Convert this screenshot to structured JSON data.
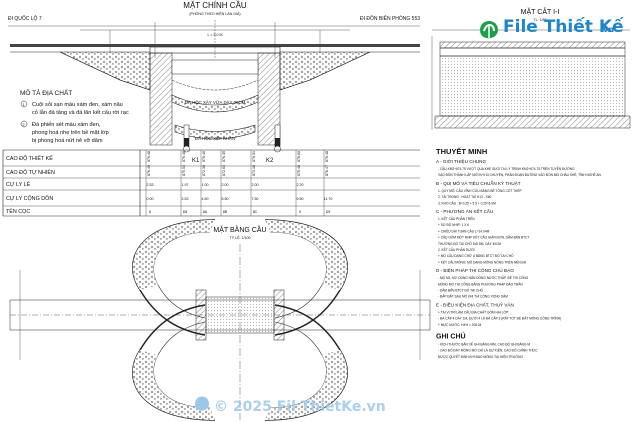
{
  "elevation": {
    "title": "MẶT CHÍNH CẦU",
    "subtitle": "(PHÓNG THEO HIỆN LÀN GIÁ)",
    "left_road": "ĐI QUỐC LỘ 7",
    "right_road": "ĐI ĐỒN BIÊN PHÒNG 553",
    "span_label": "L = 5.0 M",
    "geology_title": "MÔ TẢ ĐỊA CHẤT",
    "geology": [
      {
        "num": "1",
        "lines": [
          "Cuội sỏi sạn màu xám đen, xám nâu",
          "cỏ lẫn đá tảng và đá lăn kết cấu rời rạc"
        ]
      },
      {
        "num": "2",
        "lines": [
          "Đá phiến sét màu xám đen,",
          "phong hoá nhẹ trên bề mặt lớp",
          "bị phong hoá nứt nẻ vỡ dăm"
        ]
      }
    ],
    "label_upper": "ĐÁ HỘC XÂY VỮA DÀY 25CM",
    "label_lower": "ĐÁ HỘC XẾP KHAN",
    "stations": [
      "K1",
      "K2"
    ]
  },
  "table": {
    "rows": [
      {
        "label": "CAO ĐỘ THIẾT KẾ",
        "cells": [
          "876.48",
          "876.48",
          "876.46",
          "876.35",
          "876.51",
          "876.60",
          "876.48"
        ]
      },
      {
        "label": "CAO ĐỘ TỰ NHIÊN",
        "cells": [
          "876.49",
          "875.53",
          "872.30",
          "872.63",
          "873.18",
          "875.40",
          "876.47"
        ]
      },
      {
        "label": "CỰ LY LẺ",
        "cells": [
          "2.53",
          "1.97",
          "1.00",
          "2.00",
          "2.00",
          "2.20"
        ]
      },
      {
        "label": "CỰ LY CỘNG DỒN",
        "cells": [
          "0.00",
          "2.53",
          "4.50",
          "5.50",
          "7.50",
          "9.50",
          "11.70"
        ]
      },
      {
        "label": "TÊN CỌC",
        "cells": [
          "8",
          "D8",
          "8A",
          "8B",
          "8C",
          "9",
          "D9"
        ]
      }
    ]
  },
  "plan": {
    "title": "MẶT BẰNG CẦU",
    "scale": "TỶ LỆ: 1/100"
  },
  "section": {
    "title": "MẶT CẮT I-I",
    "scale": "TL: 1/50"
  },
  "notes": {
    "title": "THUYẾT MINH",
    "sections": [
      {
        "heading": "A - GIỚI THIỆU CHUNG",
        "lines": [
          "- CẦU KM2+674.75 VƯỢT QUA KHE SUỐI TẠI LÝ TRÌNH KM2+674.75 TRÊN TUYẾN ĐƯỜNG",
          "VÀO ĐỒN THÀNH LẬP MỚI KHI DI CHUYỂN, PHÂN ĐOẠN ĐƯỜNG VÀO ĐỒN 553 CHÂU KHÊ, TỈNH NGHỆ AN"
        ]
      },
      {
        "heading": "B - QUI MÔ VÀ TIÊU CHUẨN KỸ THUẬT",
        "lines": [
          "1. QUY MÔ: CẦU VĨNH CỬU BẰNG BÊ TÔNG CỐT THÉP",
          "2. TẢI TRỌNG : HOẠT TẢI H13 - X60",
          "3. KHỔ CẦU : B=0.25 + 5.5 + 0.25=6.0M"
        ]
      },
      {
        "heading": "C - PHƯƠNG ÁN KẾT CẤU",
        "lines": [
          "1. KẾT CẤU PHẦN TRÊN",
          "+ SƠ ĐỒ NHỊP: 1 X 6",
          "+ CHIỀU DÀI TOÀN CẦU L=14.04M",
          "+ CẦU GỒM MỘT NHỊP KẾT CẤU GIẢN ĐƠN, DẦM BẢN BTCT",
          "THƯỜNG ĐỔ TẠI CHỖ DÀI 6M, DÀY 40CM",
          "2. KẾT CẤU PHẦN DƯỚI",
          "+ MỐ CẦU DẠNG CHỮ U BẰNG BTCT ĐỔ TẠI CHỖ",
          "+ KẾT CẤU MÓNG: MỐ DẠNG MÓNG NÔNG TRÊN NỀN ĐÁ"
        ]
      },
      {
        "heading": "D - BIỆN PHÁP THI CÔNG CHỦ ĐẠO",
        "lines": [
          "- MỐ M1, M2: DÙNG NẮN DÒNG NƯỚC THẤP, ĐỂ THI CÔNG",
          "MÓNG MỐ THI CÔNG BẰNG PHƯƠNG PHÁP ĐÀO TRẦN",
          "- DẦM BẢN BTCT ĐỔ TẠI CHỖ",
          "- ĐẮP ĐẤT SAU MỐ KHI THI CÔNG XONG DẦM"
        ]
      },
      {
        "heading": "E - ĐIỀU KIỆN ĐỊA CHẤT, THUỶ VĂN",
        "lines": [
          "+ TẠI VỊ TRÍ LÀM CẦU ĐỊA CHẤT GỒM HAI LỚP:",
          "- ĐÁ CẤP 4 DÀY 1M, DƯỚI 4 LÀ ĐÁ CẤP 3 (RẤT TỐT ĐỂ ĐẶT MÓNG CÔNG TRÌNH)",
          "+ MỰC NƯỚC: H4% = 208.04"
        ]
      }
    ],
    "ghi_chu_title": "GHI CHÚ",
    "ghi_chu": [
      "- KÍCH THƯỚC BẢN VẼ GHI BẰNG MM, CAO ĐỘ GHI BẰNG M",
      "- CAO ĐỘ ĐÁY MÓNG MỐ CHỈ LÀ DỰ KIẾN, CAO ĐỘ CHÍNH THỨC",
      "ĐƯỢC QUYẾT ĐỊNH KHI ĐÀO MÓNG TẠI HIỆN TRƯỜNG"
    ]
  },
  "brand": {
    "name": "File Thiết Kế",
    "domain": ".vn",
    "footer": "© 2025 Fil ThietKe.vn"
  }
}
